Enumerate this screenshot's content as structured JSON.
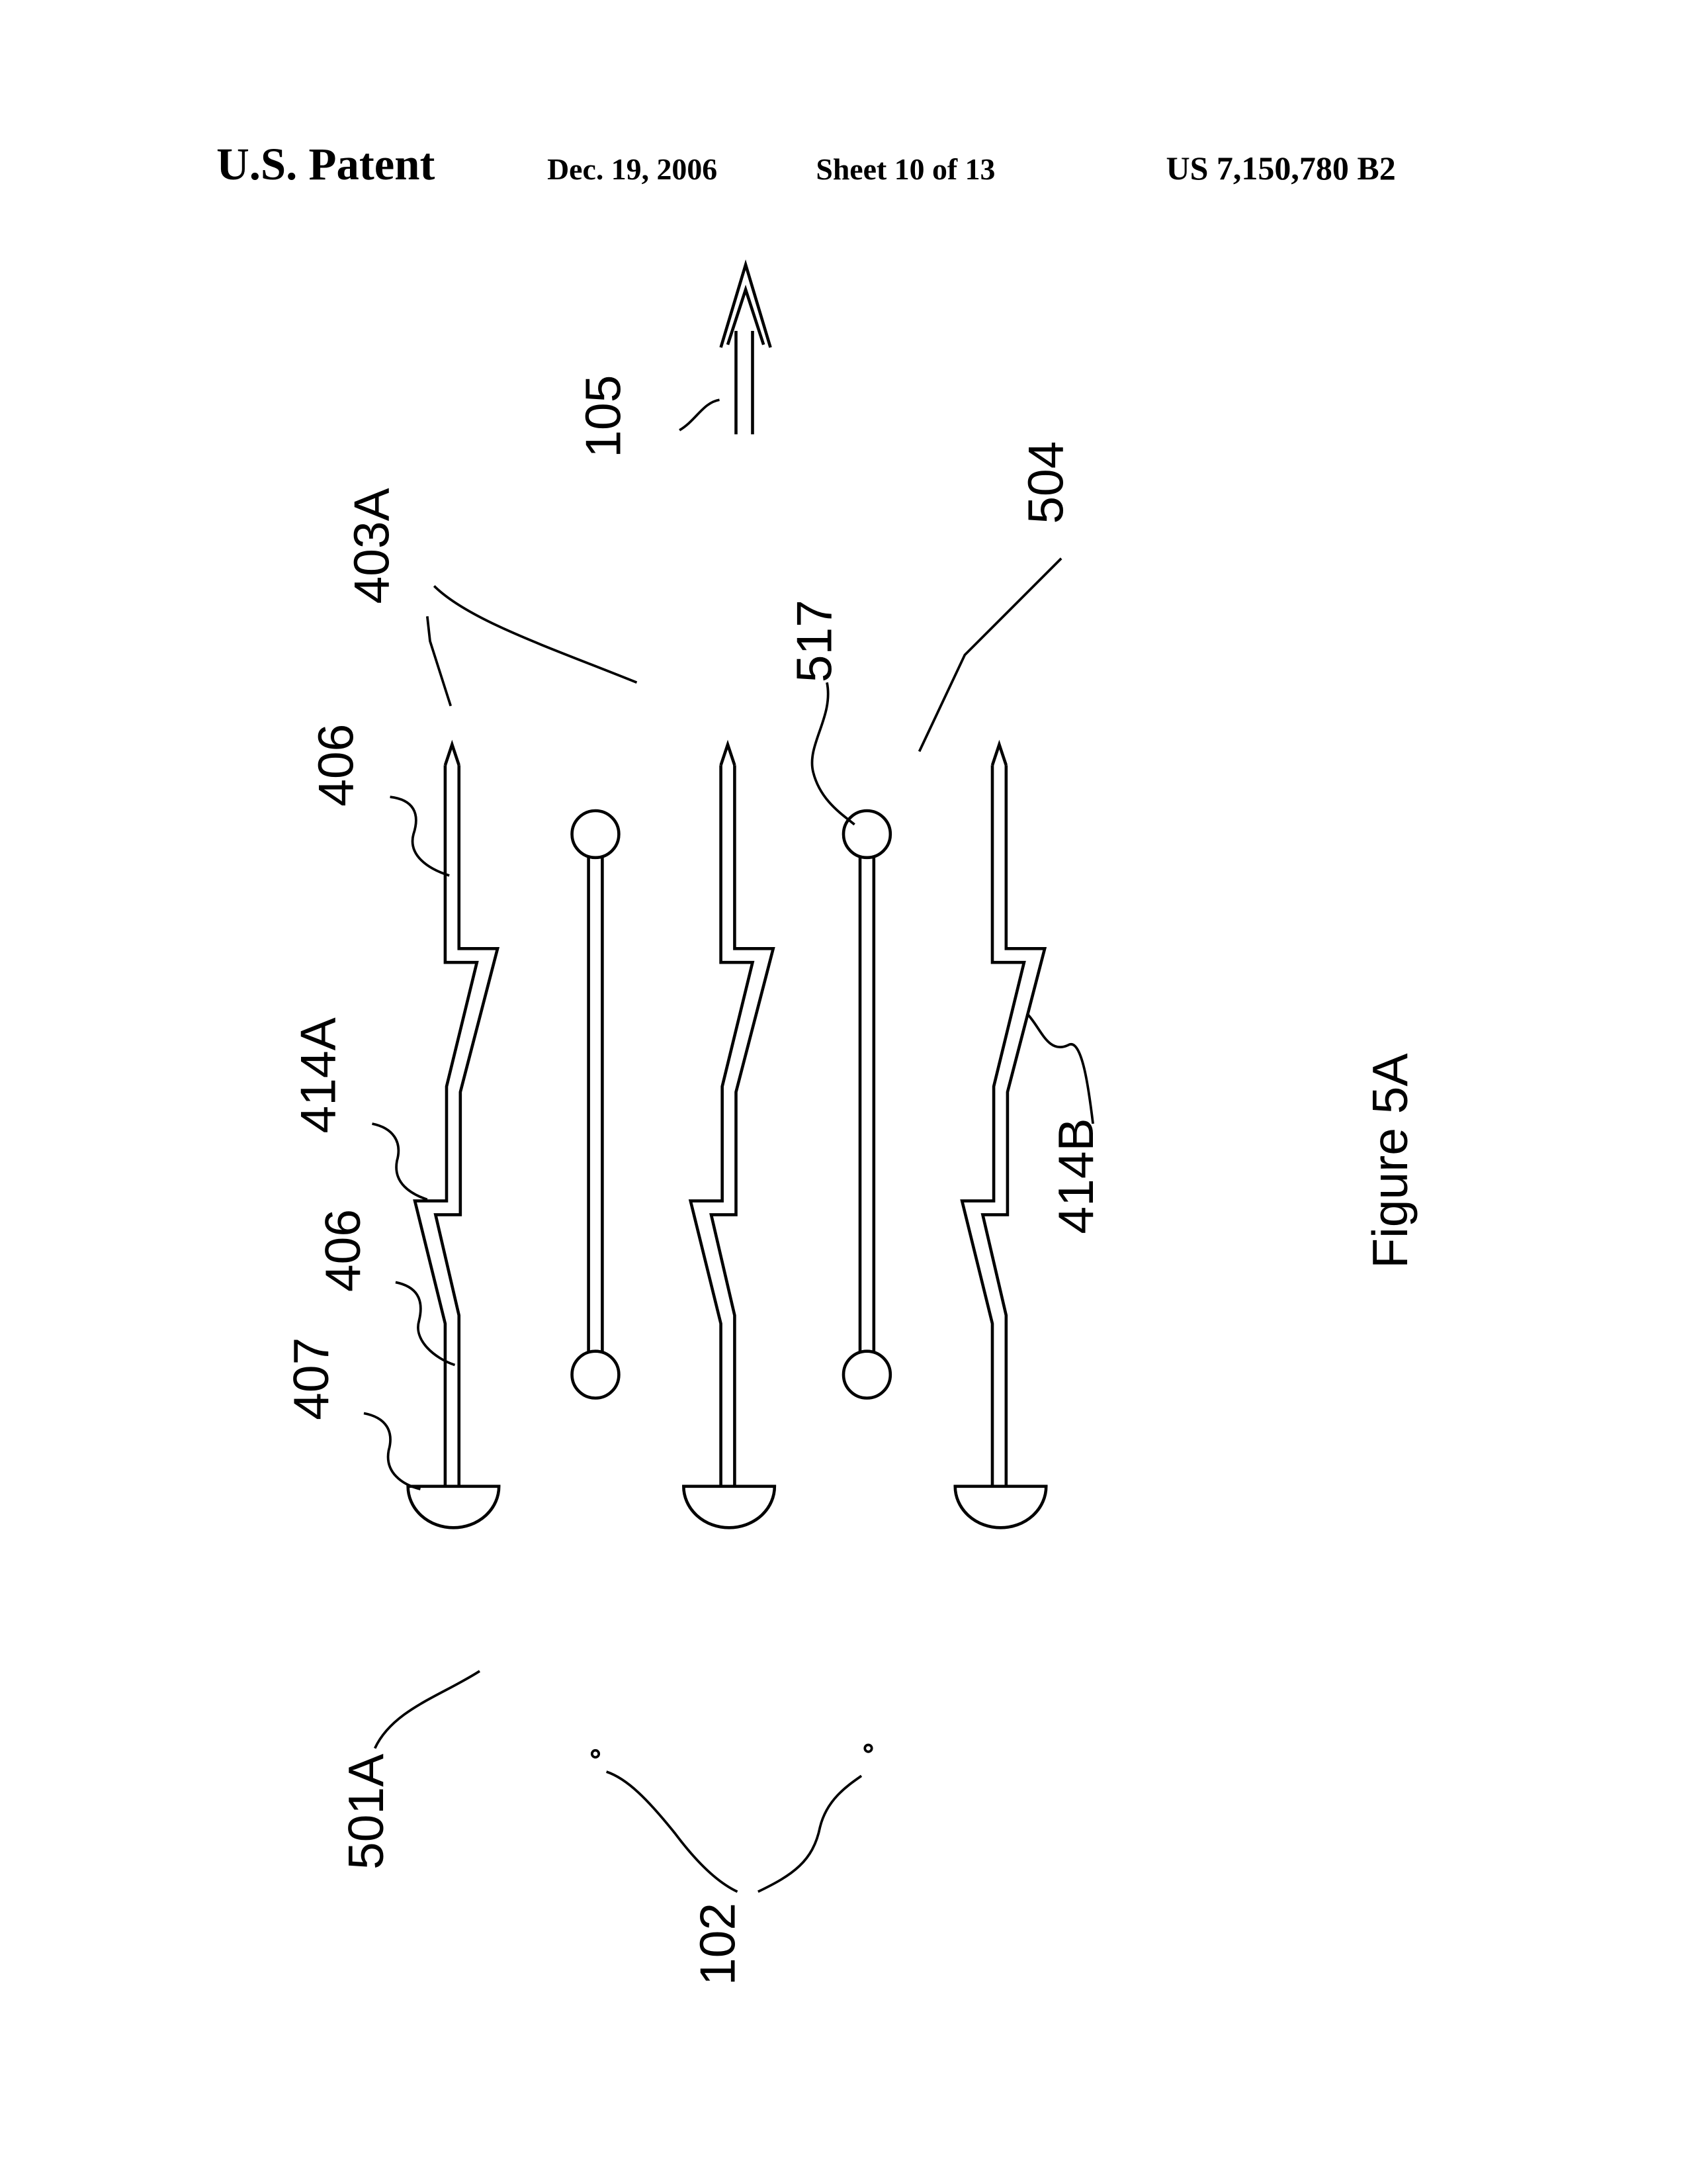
{
  "header": {
    "title": "U.S. Patent",
    "date": "Dec. 19, 2006",
    "sheet": "Sheet 10 of 13",
    "patent_number": "US 7,150,780 B2"
  },
  "figure": {
    "caption": "Figure 5A",
    "labels": {
      "l105": "105",
      "l403a": "403A",
      "l504": "504",
      "l517": "517",
      "l406a": "406",
      "l414a": "414A",
      "l406b": "406",
      "l407": "407",
      "l414b": "414B",
      "l501a": "501A",
      "l102": "102"
    }
  }
}
